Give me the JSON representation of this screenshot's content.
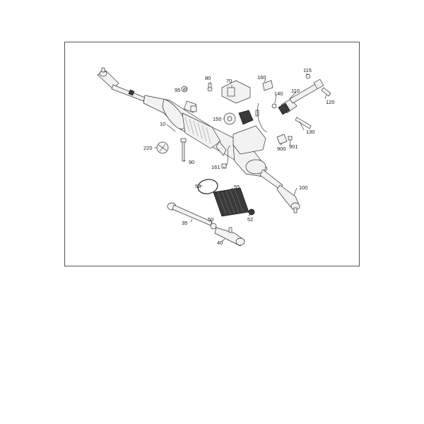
{
  "labels": {
    "p10": "10",
    "p35": "35",
    "p40": "40",
    "p50": "50",
    "p52": "52",
    "p53": "53",
    "p55": "55",
    "p70": "70",
    "p80": "80",
    "p90": "90",
    "p95": "95",
    "p100": "100",
    "p110": "110",
    "p115": "115",
    "p120": "120",
    "p130": "130",
    "p140": "140",
    "p150": "150",
    "p160": "160",
    "p161": "161",
    "p220": "220",
    "p900": "900",
    "p901": "901"
  }
}
